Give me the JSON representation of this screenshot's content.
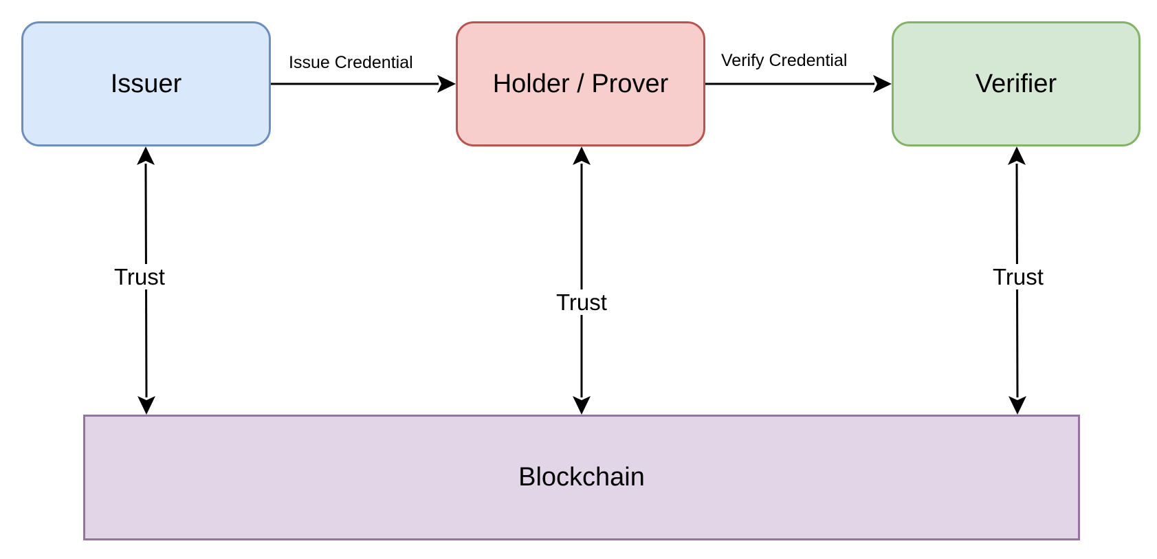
{
  "nodes": {
    "issuer": {
      "label": "Issuer",
      "fill": "#dae8fc",
      "stroke": "#6c8ebf"
    },
    "holder": {
      "label": "Holder / Prover",
      "fill": "#f8cecc",
      "stroke": "#b85450"
    },
    "verifier": {
      "label": "Verifier",
      "fill": "#d5e8d4",
      "stroke": "#82b366"
    },
    "blockchain": {
      "label": "Blockchain",
      "fill": "#e1d5e7",
      "stroke": "#9673a6"
    }
  },
  "edges": {
    "issue": {
      "label": "Issue Credential",
      "from": "Issuer",
      "to": "Holder / Prover"
    },
    "verify": {
      "label": "Verify Credential",
      "from": "Holder / Prover",
      "to": "Verifier"
    },
    "trust_left": {
      "label": "Trust",
      "from": "Issuer",
      "to": "Blockchain",
      "bidirectional": true
    },
    "trust_center": {
      "label": "Trust",
      "from": "Holder / Prover",
      "to": "Blockchain",
      "bidirectional": true
    },
    "trust_right": {
      "label": "Trust",
      "from": "Verifier",
      "to": "Blockchain",
      "bidirectional": true
    }
  },
  "colors": {
    "edge": "#000000",
    "background": "#ffffff"
  }
}
